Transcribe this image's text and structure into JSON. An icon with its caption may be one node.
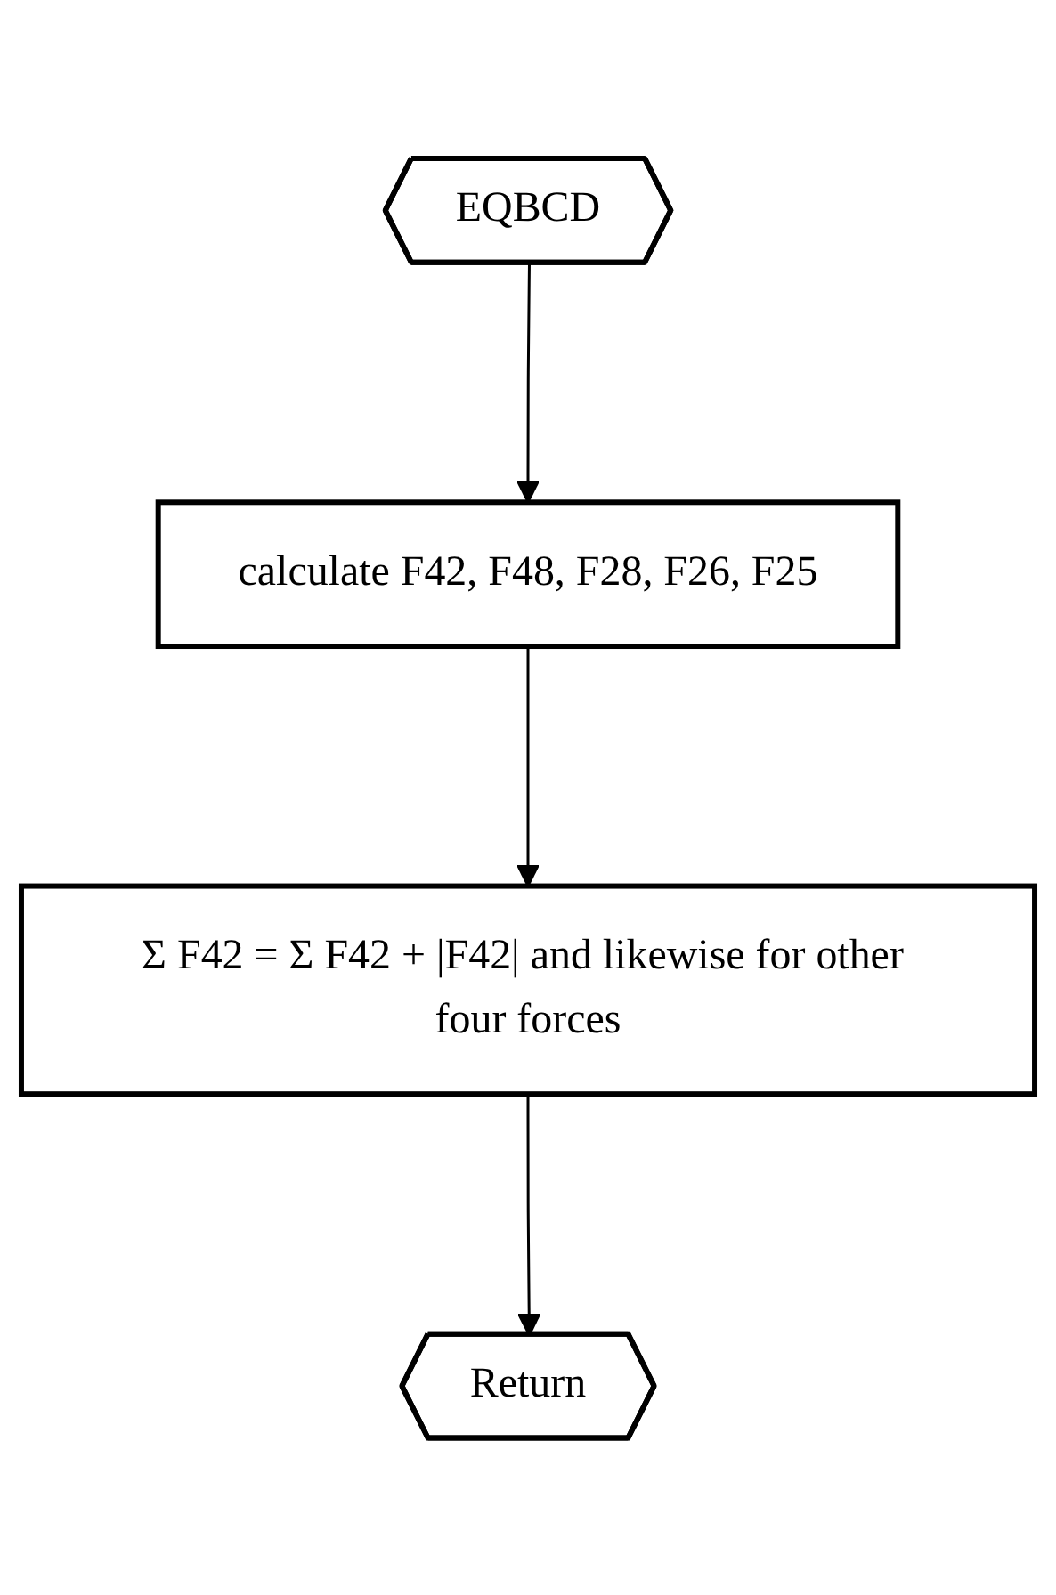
{
  "diagram": {
    "nodes": [
      {
        "text": [
          "EQBCD"
        ]
      },
      {
        "text": [
          "calculate F42, F48, F28, F26, F25"
        ]
      },
      {
        "text": [
          "Σ F42 = Σ F42 + |F42| and likewise for other four forces"
        ]
      },
      {
        "text": [
          "Return"
        ]
      }
    ],
    "edges": [
      {
        "from": 0,
        "to": 1,
        "arrow": "to"
      },
      {
        "from": 1,
        "to": 2,
        "arrow": "to"
      },
      {
        "from": 2,
        "to": 3,
        "arrow": "to"
      }
    ]
  }
}
